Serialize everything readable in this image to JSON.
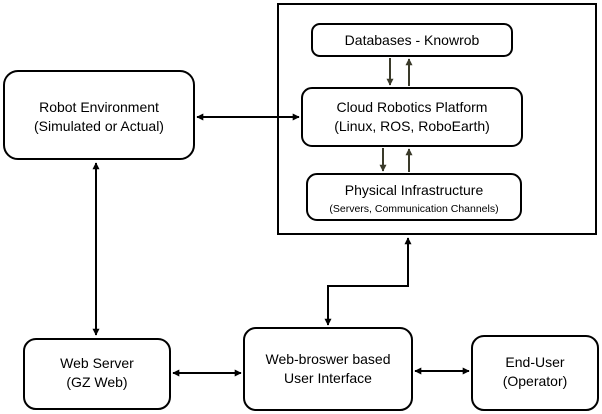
{
  "nodes": {
    "robot_env": {
      "line1": "Robot Environment",
      "line2": "(Simulated or Actual)"
    },
    "databases": {
      "line1": "Databases - Knowrob"
    },
    "cloud_platform": {
      "line1": "Cloud Robotics Platform",
      "line2": "(Linux, ROS, RoboEarth)"
    },
    "physical_infra": {
      "line1": "Physical Infrastructure",
      "line2": "(Servers, Communication Channels)"
    },
    "web_server": {
      "line1": "Web Server",
      "line2": "(GZ Web)"
    },
    "web_ui": {
      "line1": "Web-broswer based",
      "line2": "User Interface"
    },
    "end_user": {
      "line1": "End-User",
      "line2": "(Operator)"
    }
  },
  "colors": {
    "stroke": "#000000",
    "inner_arrow": "#3a3a2a",
    "background": "#ffffff"
  }
}
